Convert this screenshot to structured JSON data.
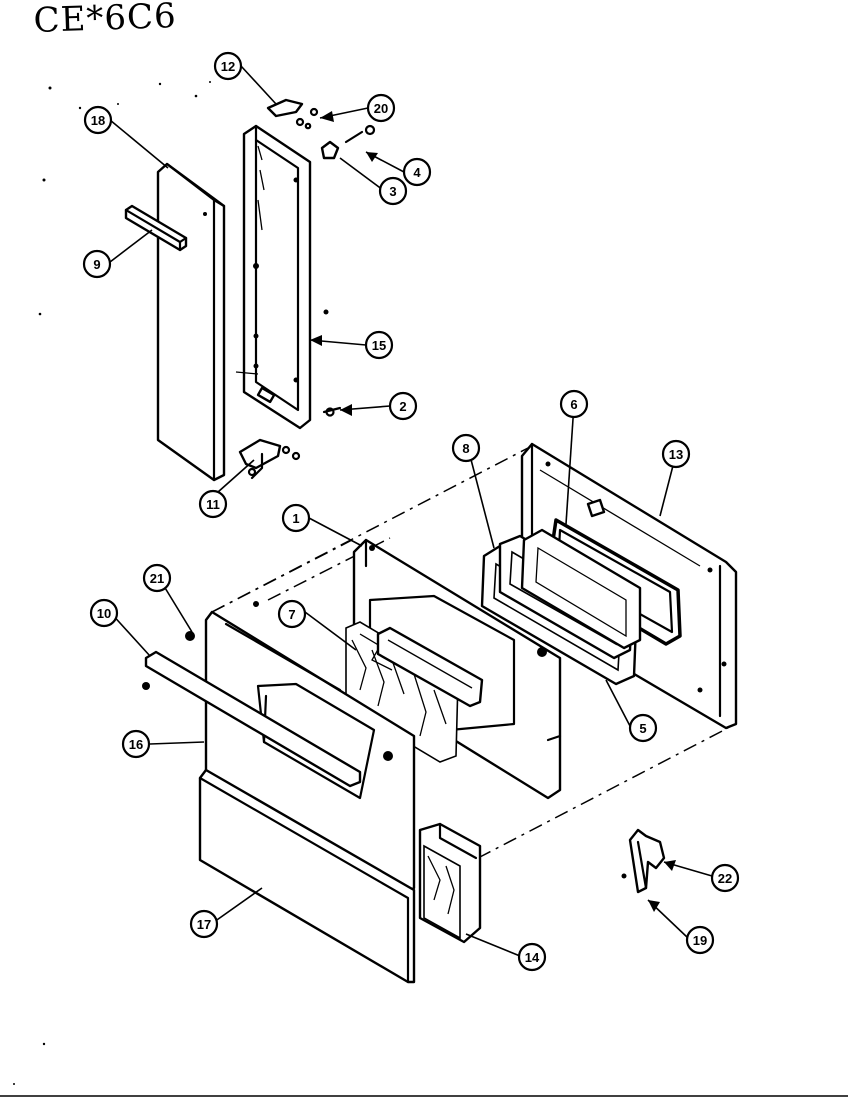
{
  "title": "CE*6C6",
  "callouts": [
    {
      "id": "c1",
      "label": "1"
    },
    {
      "id": "c2",
      "label": "2"
    },
    {
      "id": "c3",
      "label": "3"
    },
    {
      "id": "c4",
      "label": "4"
    },
    {
      "id": "c5",
      "label": "5"
    },
    {
      "id": "c6",
      "label": "6"
    },
    {
      "id": "c7",
      "label": "7"
    },
    {
      "id": "c8",
      "label": "8"
    },
    {
      "id": "c9",
      "label": "9"
    },
    {
      "id": "c10",
      "label": "10"
    },
    {
      "id": "c11",
      "label": "11"
    },
    {
      "id": "c12",
      "label": "12"
    },
    {
      "id": "c13",
      "label": "13"
    },
    {
      "id": "c14",
      "label": "14"
    },
    {
      "id": "c15",
      "label": "15"
    },
    {
      "id": "c16",
      "label": "16"
    },
    {
      "id": "c17",
      "label": "17"
    },
    {
      "id": "c18",
      "label": "18"
    },
    {
      "id": "c19",
      "label": "19"
    },
    {
      "id": "c20",
      "label": "20"
    },
    {
      "id": "c21",
      "label": "21"
    },
    {
      "id": "c22",
      "label": "22"
    }
  ]
}
